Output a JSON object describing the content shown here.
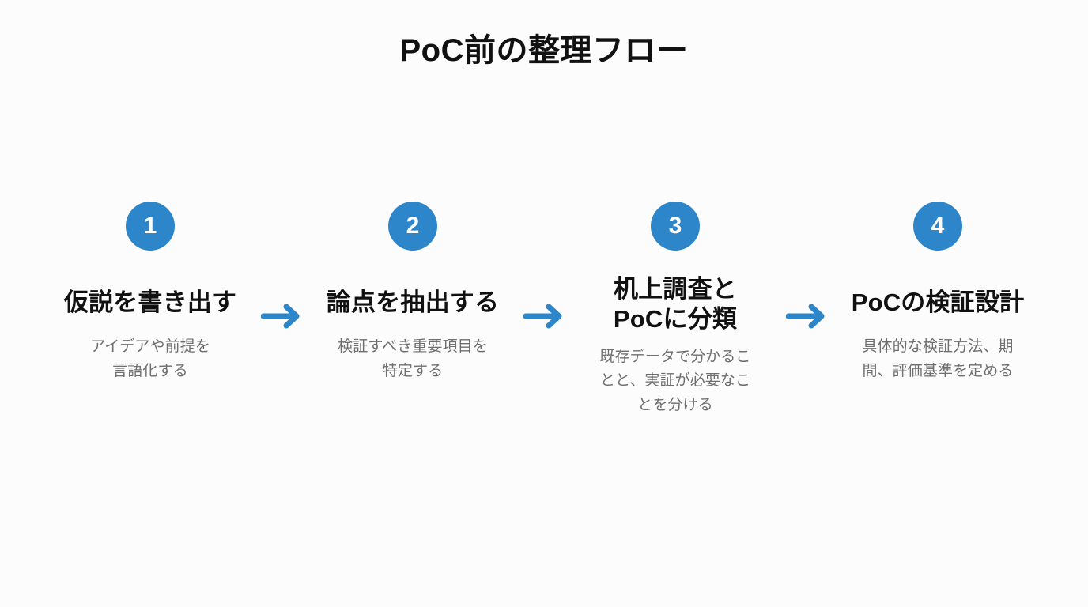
{
  "slide": {
    "title": "PoC前の整理フロー",
    "background_color": "#fcfcfc",
    "accent_color": "#2d86ca",
    "title_color": "#111111",
    "description_color": "#6e6e6e"
  },
  "steps": [
    {
      "number": "1",
      "title": "仮説を書き出す",
      "description": "アイデアや前提を\n言語化する"
    },
    {
      "number": "2",
      "title": "論点を抽出する",
      "description": "検証すべき重要項目を\n特定する"
    },
    {
      "number": "3",
      "title": "机上調査と\nPoCに分類",
      "description": "既存データで分かるこ\nとと、実証が必要なこ\nとを分ける"
    },
    {
      "number": "4",
      "title": "PoCの検証設計",
      "description": "具体的な検証方法、期\n間、評価基準を定める"
    }
  ],
  "connectors": [
    {
      "icon": "arrow-right-icon"
    },
    {
      "icon": "arrow-right-icon"
    },
    {
      "icon": "arrow-right-icon"
    }
  ]
}
